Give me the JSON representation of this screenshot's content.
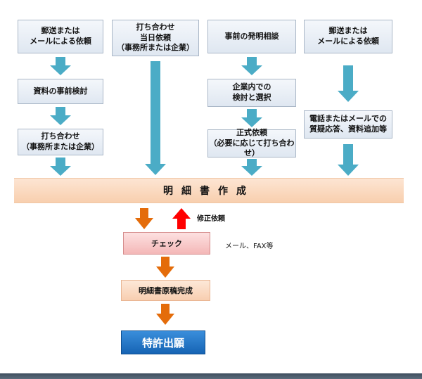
{
  "col1": {
    "box1": "郵送または\nメールによる依頼",
    "box2": "資料の事前検討",
    "box3": "打ち合わせ\n（事務所または企業）"
  },
  "col2": {
    "box1": "打ち合わせ\n当日依頼\n（事務所または企業）"
  },
  "col3": {
    "box1": "事前の発明相談",
    "box2": "企業内での\n検討と選択",
    "box3": "正式依頼\n（必要に応じて打ち合わせ）"
  },
  "col4": {
    "box1": "郵送または\nメールによる依頼",
    "box2": "電話またはメールでの\n質疑応答、資料追加等"
  },
  "band": {
    "label": "明細書作成"
  },
  "revision_label": "修正依頼",
  "check": {
    "label": "チェック",
    "note": "メール、FAX等"
  },
  "draft": {
    "label": "明細書原稿完成"
  },
  "filing": {
    "label": "特許出願"
  },
  "colors": {
    "blue_arrow": "#4bacc6",
    "orange_arrow": "#e46c0a",
    "red_arrow": "#ff0000",
    "filing_blue": "#1f6fc5"
  }
}
